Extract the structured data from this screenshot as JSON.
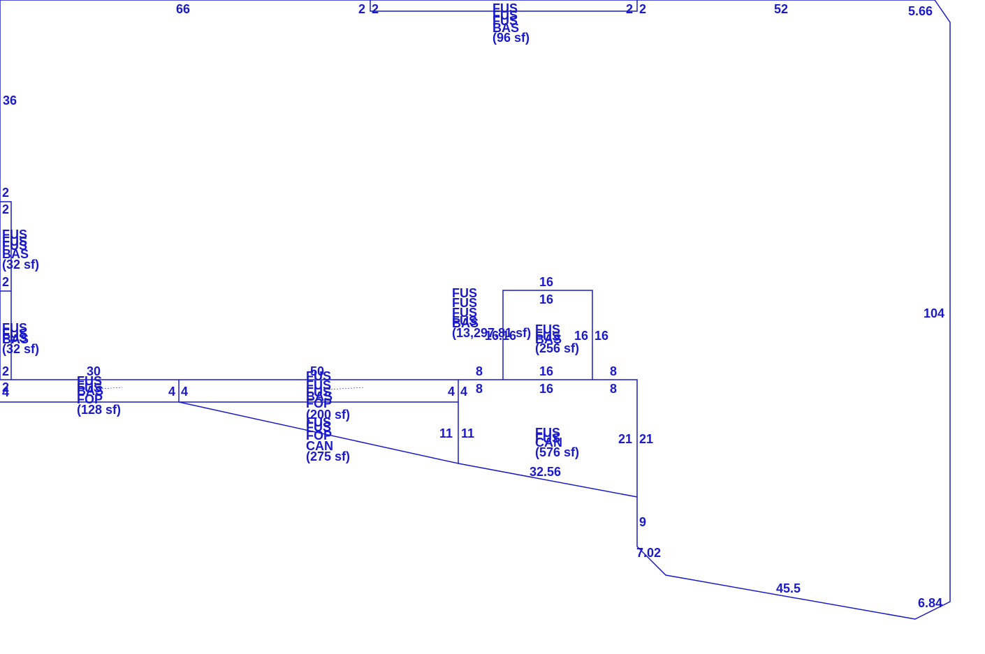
{
  "colors": {
    "stroke": "#1a1acc",
    "text": "#1a1acc",
    "background": "#ffffff"
  },
  "dimensions": {
    "top_66": "66",
    "top_2_a": "2",
    "top_2_b": "2",
    "top_2_c": "2",
    "top_2_d": "2",
    "top_52": "52",
    "corner_566": "5.66",
    "left_36": "36",
    "left_2_a": "2",
    "left_2_b": "2",
    "left_2_c": "2",
    "left_2_d": "2",
    "left_2_e": "2",
    "left_4": "4",
    "right_104": "104",
    "porch_30": "30",
    "porch_4_a": "4",
    "porch_4_b": "4",
    "mid_50": "50",
    "mid_4_a": "4",
    "mid_4_b": "4",
    "mid_11_a": "11",
    "mid_11_b": "11",
    "box_16_top": "16",
    "box_16_inner": "16",
    "box_16_left": "16.16",
    "box_16_right_a": "16",
    "box_16_right_b": "16",
    "box_16_bottom_a": "16",
    "box_16_bottom_b": "16",
    "box_8_a": "8",
    "box_8_b": "8",
    "box_8_c": "8",
    "box_8_d": "8",
    "box_21_a": "21",
    "box_21_b": "21",
    "diag_3256": "32.56",
    "right_9": "9",
    "diag_702": "7.02",
    "bottom_455": "45.5",
    "corner_684": "6.84"
  },
  "areas": {
    "top_bay": {
      "l1": "FUS",
      "l2": "FUS",
      "l3": "FUS",
      "l4": "BAS",
      "sf": "(96 sf)"
    },
    "left_bay_1": {
      "l1": "FUS",
      "l2": "FUS",
      "l3": "FUS",
      "l4": "BAS",
      "sf": "(32 sf)"
    },
    "left_bay_2": {
      "l1": "FUS",
      "l2": "FUS",
      "l3": "FUS",
      "l4": "BAS",
      "sf": "(32 sf)"
    },
    "main": {
      "l1": "FUS",
      "l2": "FUS",
      "l3": "FUS",
      "l4": "FUS",
      "l5": "BAS",
      "sf": "(13,297.81 sf)"
    },
    "porch_left": {
      "l1": "FUS",
      "l2": "FUS",
      "l3": "BAS",
      "l4": "FOP",
      "sf": "(128 sf)"
    },
    "porch_mid": {
      "l1": "FUS",
      "l2": "FUS",
      "l3": "FUS",
      "l4": "BAS",
      "l5": "FOP",
      "sf": "(200 sf)"
    },
    "canopy": {
      "l1": "FUS",
      "l2": "FUS",
      "l3": "FOP",
      "l4": "CAN",
      "sf": "(275 sf)"
    },
    "box_upper": {
      "l1": "FUS",
      "l2": "FUS",
      "l3": "BAS",
      "sf": "(256 sf)"
    },
    "box_lower": {
      "l1": "FUS",
      "l2": "FUS",
      "l3": "CAN",
      "sf": "(576 sf)"
    }
  }
}
